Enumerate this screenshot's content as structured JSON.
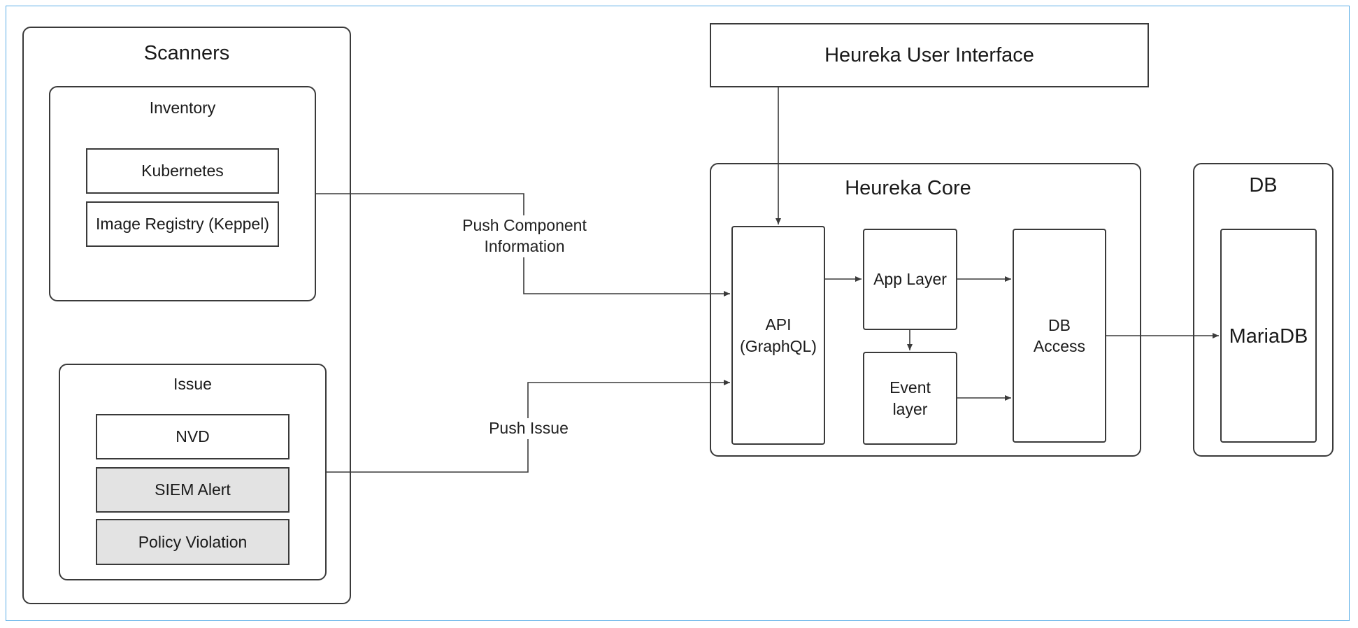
{
  "diagram": {
    "scanners": {
      "title": "Scanners",
      "inventory": {
        "title": "Inventory",
        "items": [
          "Kubernetes",
          "Image Registry (Keppel)"
        ]
      },
      "issue": {
        "title": "Issue",
        "items": [
          "NVD",
          "SIEM Alert",
          "Policy Violation"
        ]
      }
    },
    "ui": {
      "title": "Heureka User Interface"
    },
    "core": {
      "title": "Heureka Core",
      "api": {
        "line1": "API",
        "line2": "(GraphQL)"
      },
      "app_layer": "App Layer",
      "event_layer": {
        "line1": "Event",
        "line2": "layer"
      },
      "db_access": {
        "line1": "DB",
        "line2": "Access"
      }
    },
    "db": {
      "title": "DB",
      "mariadb": "MariaDB"
    },
    "edges": {
      "push_component": {
        "line1": "Push Component",
        "line2": "Information"
      },
      "push_issue": "Push Issue"
    },
    "colors": {
      "stroke": "#3a3a3a",
      "frame": "#5aaee6",
      "shaded_fill": "#e3e3e3"
    }
  }
}
